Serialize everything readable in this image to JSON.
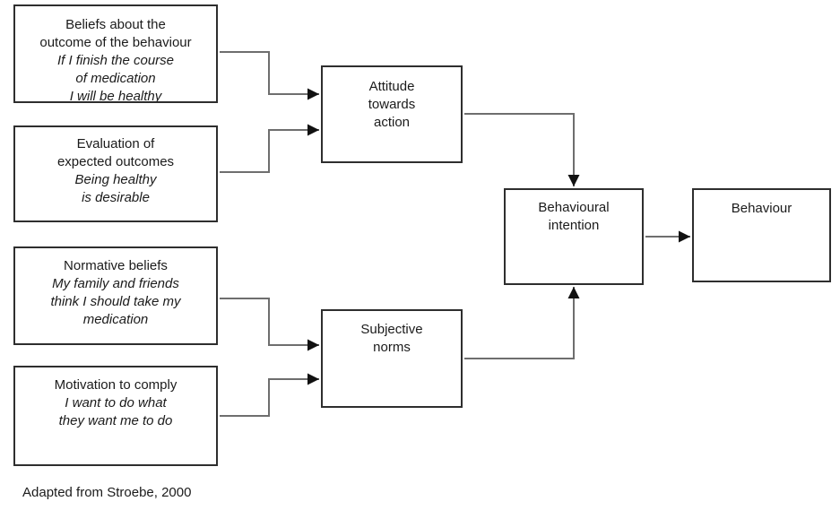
{
  "diagram": {
    "caption": "Adapted from Stroebe, 2000",
    "nodes": {
      "beliefs": {
        "title": "Beliefs about the\noutcome of the behaviour",
        "example": "If I finish the course\nof medication\nI will be healthy"
      },
      "evaluation": {
        "title": "Evaluation of\nexpected outcomes",
        "example": "Being healthy\nis desirable"
      },
      "normative": {
        "title": "Normative beliefs",
        "example": "My family and friends\nthink I should take my\nmedication"
      },
      "motivation": {
        "title": "Motivation to comply",
        "example": "I want to do what\nthey want me to do"
      },
      "attitude": {
        "title": "Attitude\ntowards\naction"
      },
      "subjective_norms": {
        "title": "Subjective\nnorms"
      },
      "behavioural_intention": {
        "title": "Behavioural\nintention"
      },
      "behaviour": {
        "title": "Behaviour"
      }
    },
    "edges": [
      {
        "from": "beliefs",
        "to": "attitude"
      },
      {
        "from": "evaluation",
        "to": "attitude"
      },
      {
        "from": "normative",
        "to": "subjective_norms"
      },
      {
        "from": "motivation",
        "to": "subjective_norms"
      },
      {
        "from": "attitude",
        "to": "behavioural_intention"
      },
      {
        "from": "subjective_norms",
        "to": "behavioural_intention"
      },
      {
        "from": "behavioural_intention",
        "to": "behaviour"
      }
    ],
    "colors": {
      "box_border": "#2e2e2e",
      "connector_line": "#6e6e6e",
      "arrowhead": "#111111",
      "text": "#1b1b1b",
      "background": "#ffffff"
    }
  }
}
